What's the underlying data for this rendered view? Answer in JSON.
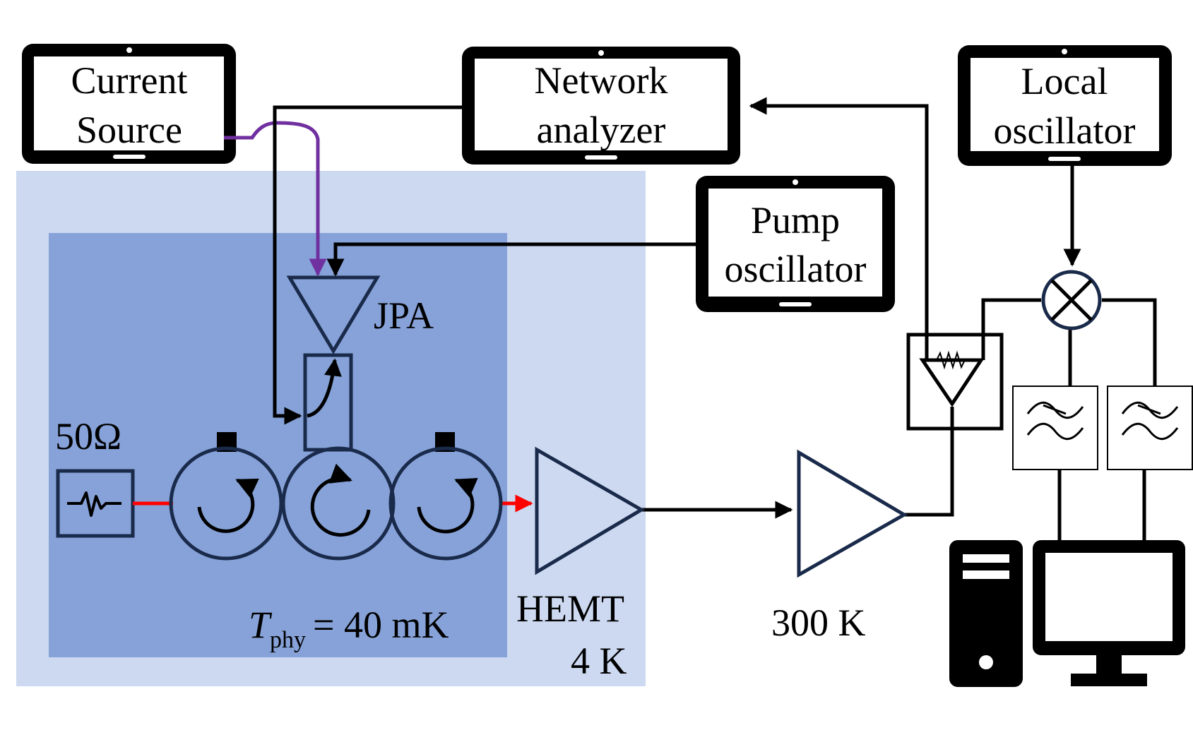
{
  "instruments": {
    "current_source": [
      "Current",
      "Source"
    ],
    "network_analyzer": [
      "Network",
      "analyzer"
    ],
    "local_oscillator": [
      "Local",
      "oscillator"
    ],
    "pump_oscillator": [
      "Pump",
      "oscillator"
    ]
  },
  "labels": {
    "jpa": "JPA",
    "resistor": "50Ω",
    "hemt": "HEMT",
    "hemt_temp": "4 K",
    "room_temp": "300 K",
    "temp_symbol": "T",
    "temp_subscript": "phy",
    "temp_value": "= 40 mK"
  },
  "colors": {
    "outer_stage": "#ccd9f0",
    "inner_stage": "#86a2d8",
    "component_stroke": "#1a2a4a",
    "bias_line": "#7030a0",
    "signal_line": "#ff0000",
    "wire": "#000000"
  }
}
